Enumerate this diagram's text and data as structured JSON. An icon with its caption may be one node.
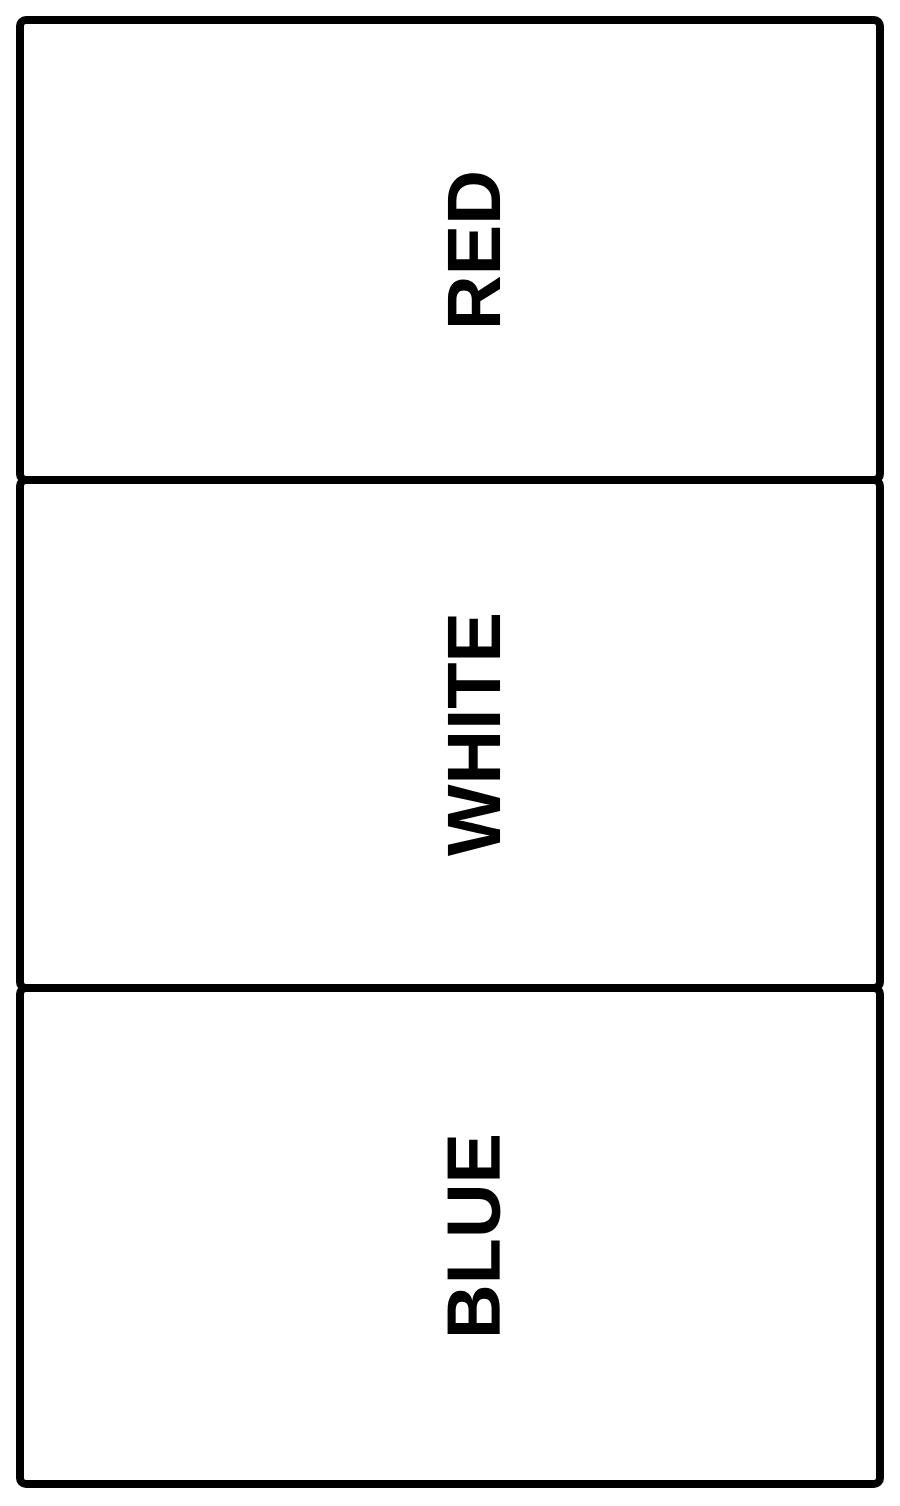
{
  "diagram": {
    "nodes": [
      {
        "text": [
          "RED"
        ]
      },
      {
        "text": [
          "WHITE"
        ]
      },
      {
        "text": [
          "BLUE"
        ]
      }
    ]
  }
}
